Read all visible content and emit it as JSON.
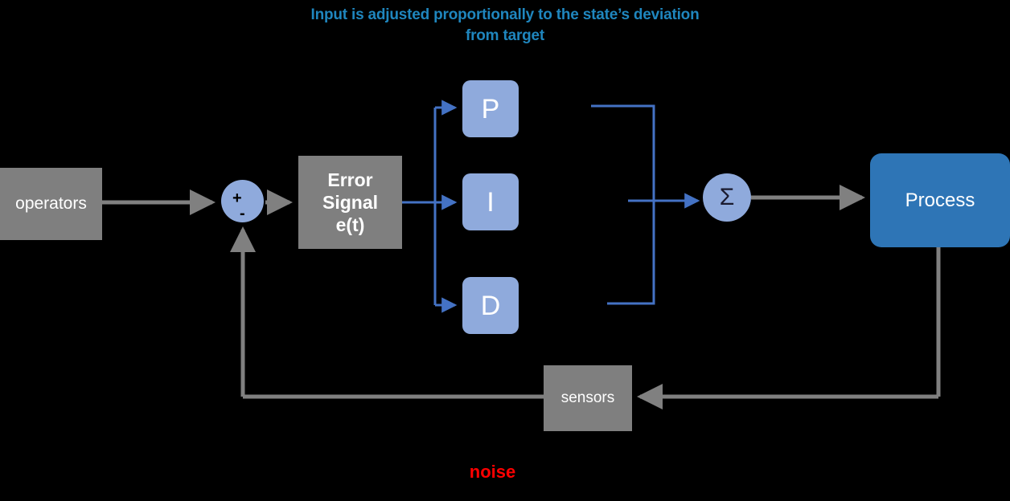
{
  "diagram": {
    "title": "Input is adjusted proportionally to the state’s deviation from target",
    "title_color": "#1f86be",
    "background": "#000000",
    "blocks": {
      "operators": {
        "label": "operators",
        "color": "#7f7f7f",
        "text_color": "#ffffff",
        "shape": "rectangle"
      },
      "error_signal": {
        "label": "Error Signal e(t)",
        "line1": "Error",
        "line2": "Signal",
        "line3": "e(t)",
        "color": "#7f7f7f",
        "text_color": "#ffffff",
        "shape": "rectangle"
      },
      "proportional": {
        "label": "P",
        "color": "#8faadc",
        "text_color": "#ffffff",
        "shape": "rounded-rectangle"
      },
      "integral": {
        "label": "I",
        "color": "#8faadc",
        "text_color": "#ffffff",
        "shape": "rounded-rectangle"
      },
      "derivative": {
        "label": "D",
        "color": "#8faadc",
        "text_color": "#ffffff",
        "shape": "rounded-rectangle"
      },
      "process": {
        "label": "Process",
        "color": "#2e75b6",
        "text_color": "#ffffff",
        "shape": "rounded-rectangle"
      },
      "sensors": {
        "label": "sensors",
        "color": "#7f7f7f",
        "text_color": "#ffffff",
        "shape": "rectangle"
      }
    },
    "junctions": {
      "error_junction": {
        "label": "",
        "plus": "+",
        "minus": "-",
        "color": "#8faadc",
        "shape": "circle"
      },
      "sum_junction": {
        "label": "Σ",
        "color": "#8faadc",
        "text_color": "#1a1a2e",
        "shape": "circle"
      }
    },
    "annotations": {
      "noise": {
        "label": "noise",
        "color": "#ff0000"
      }
    },
    "wire_colors": {
      "signal_gray": "#808080",
      "signal_blue": "#4472c4"
    }
  }
}
